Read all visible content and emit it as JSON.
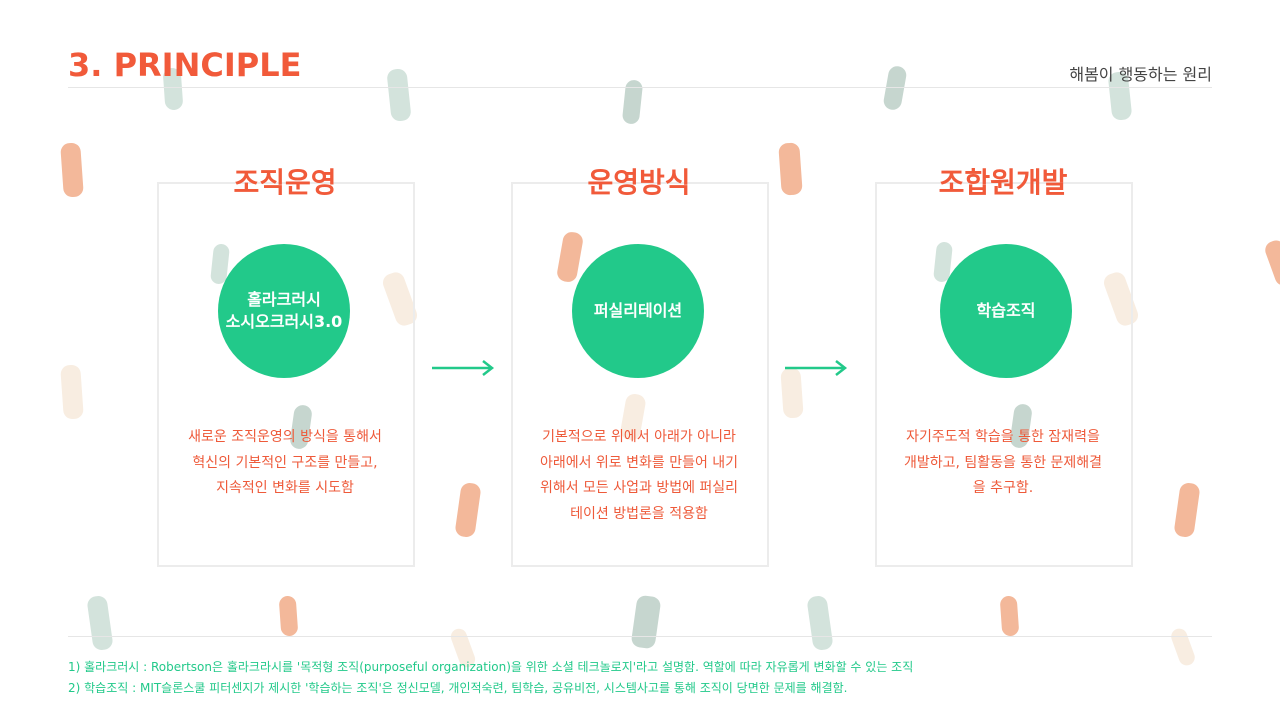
{
  "header": {
    "title": "3. PRINCIPLE",
    "subtitle": "해봄이 행동하는 원리"
  },
  "columns": [
    {
      "title": "조직운영",
      "circle_lines": [
        "홀라크러시",
        "소시오크러시3.0"
      ],
      "description": "새로운 조직운영의 방식을 통해서\n혁신의 기본적인 구조를 만들고,\n지속적인 변화를 시도함"
    },
    {
      "title": "운영방식",
      "circle_lines": [
        "퍼실리테이션"
      ],
      "description": "기본적으로 위에서 아래가 아니라\n아래에서 위로 변화를 만들어 내기\n위해서 모든 사업과 방법에 퍼실리\n테이션 방법론을 적용함"
    },
    {
      "title": "조합원개발",
      "circle_lines": [
        "학습조직"
      ],
      "description": "자기주도적 학습을 통한 잠재력을\n개발하고, 팀활동을 통한 문제해결\n을 추구함."
    }
  ],
  "footnotes": [
    "1) 홀라크러시 : Robertson은 홀라크라시를 '목적형 조직(purposeful organization)을 위한 소셜 테크놀로지'라고 설명함. 역할에 따라 자유롭게 변화할 수 있는 조직",
    "2) 학습조직 : MIT슬론스쿨 피터센지가 제시한 '학습하는 조직'은 정신모델, 개인적숙련, 팀학습, 공유비전, 시스템사고를 통해 조직이 당면한 문제를 해결함."
  ],
  "colors": {
    "accent_orange": "#f15a3a",
    "accent_green": "#22c98a",
    "confetti_orange": "#f3b89a",
    "confetti_green": "#bcd6cb",
    "confetti_cream": "#f6e9d8",
    "confetti_gray": "#b7c9c3"
  },
  "icons": [
    "right-arrow-icon",
    "right-arrow-icon"
  ]
}
